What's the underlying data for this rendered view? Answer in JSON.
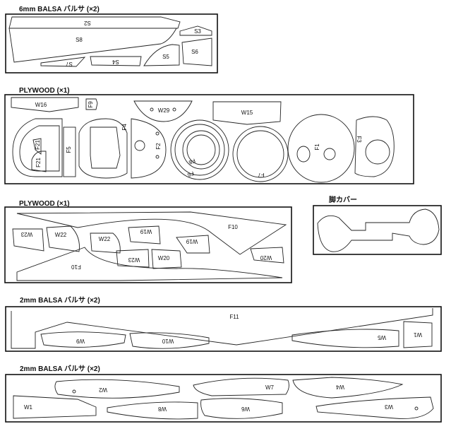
{
  "sections": [
    {
      "title": "6mm BALSA バルサ (×2)",
      "parts": [
        "S2",
        "S8",
        "S3",
        "S6",
        "S5",
        "S4",
        "S7"
      ]
    },
    {
      "title": "PLYWOOD (×1)",
      "parts": [
        "W16",
        "F9",
        "W29",
        "W15",
        "F21",
        "F21",
        "F5",
        "F4",
        "F2",
        "F8",
        "F6",
        "F7",
        "F1",
        "F3"
      ]
    },
    {
      "title": "PLYWOOD (×1)",
      "parts": [
        "W23",
        "W22",
        "W22",
        "W19",
        "W19",
        "F10",
        "W23",
        "W20",
        "W20",
        "F10"
      ]
    },
    {
      "title": "脚カバー",
      "parts": []
    },
    {
      "title": "2mm BALSA バルサ (×2)",
      "parts": [
        "F11",
        "W9",
        "W10",
        "W5",
        "W1"
      ]
    },
    {
      "title": "2mm BALSA バルサ (×2)",
      "parts": [
        "W2",
        "W7",
        "W4",
        "W1",
        "W8",
        "W6",
        "W3"
      ]
    }
  ]
}
